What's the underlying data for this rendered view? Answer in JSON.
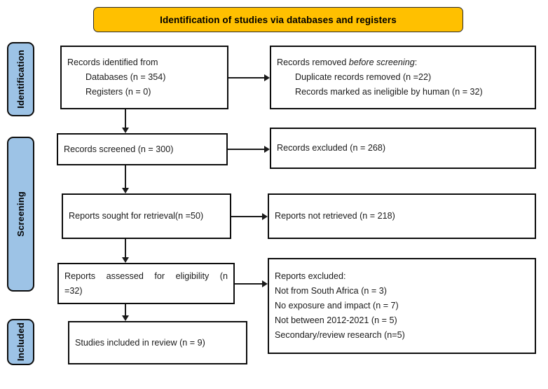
{
  "banner": {
    "title": "Identification of studies via databases and registers"
  },
  "stages": [
    {
      "id": "identification",
      "label": "Identification"
    },
    {
      "id": "screening",
      "label": "Screening"
    },
    {
      "id": "included",
      "label": "Included"
    }
  ],
  "boxes": {
    "records_identified": {
      "line1": "Records identified from",
      "line2": "Databases (n = 354)",
      "line3": "Registers (n = 0)"
    },
    "records_removed": {
      "line1_a": "Records removed ",
      "line1_b": "before screening",
      "line1_c": ":",
      "line2": "Duplicate records removed (n =22)",
      "line3": "Records marked as ineligible by human (n = 32)"
    },
    "records_screened": {
      "line1": "Records screened (n = 300)"
    },
    "records_excluded": {
      "line1": "Records excluded (n = 268)"
    },
    "reports_sought": {
      "line1": "Reports sought for retrieval(n =50)"
    },
    "reports_not_retrieved": {
      "line1": "Reports not retrieved (n = 218)"
    },
    "reports_assessed": {
      "line1": "Reports assessed for eligibility (n",
      "line2": "=32)"
    },
    "reports_excluded": {
      "line1": "Reports excluded:",
      "line2": "Not from South Africa (n = 3)",
      "line3": "No exposure and impact (n = 7)",
      "line4": "Not between 2012-2021 (n = 5)",
      "line5": "Secondary/review research (n=5)"
    },
    "studies_included": {
      "line1": "Studies included in review (n = 9)"
    }
  },
  "colors": {
    "banner_fill": "#FFC000",
    "stage_fill": "#9DC3E6",
    "box_border": "#0d0d0d",
    "connector": "#1a1a1a"
  }
}
